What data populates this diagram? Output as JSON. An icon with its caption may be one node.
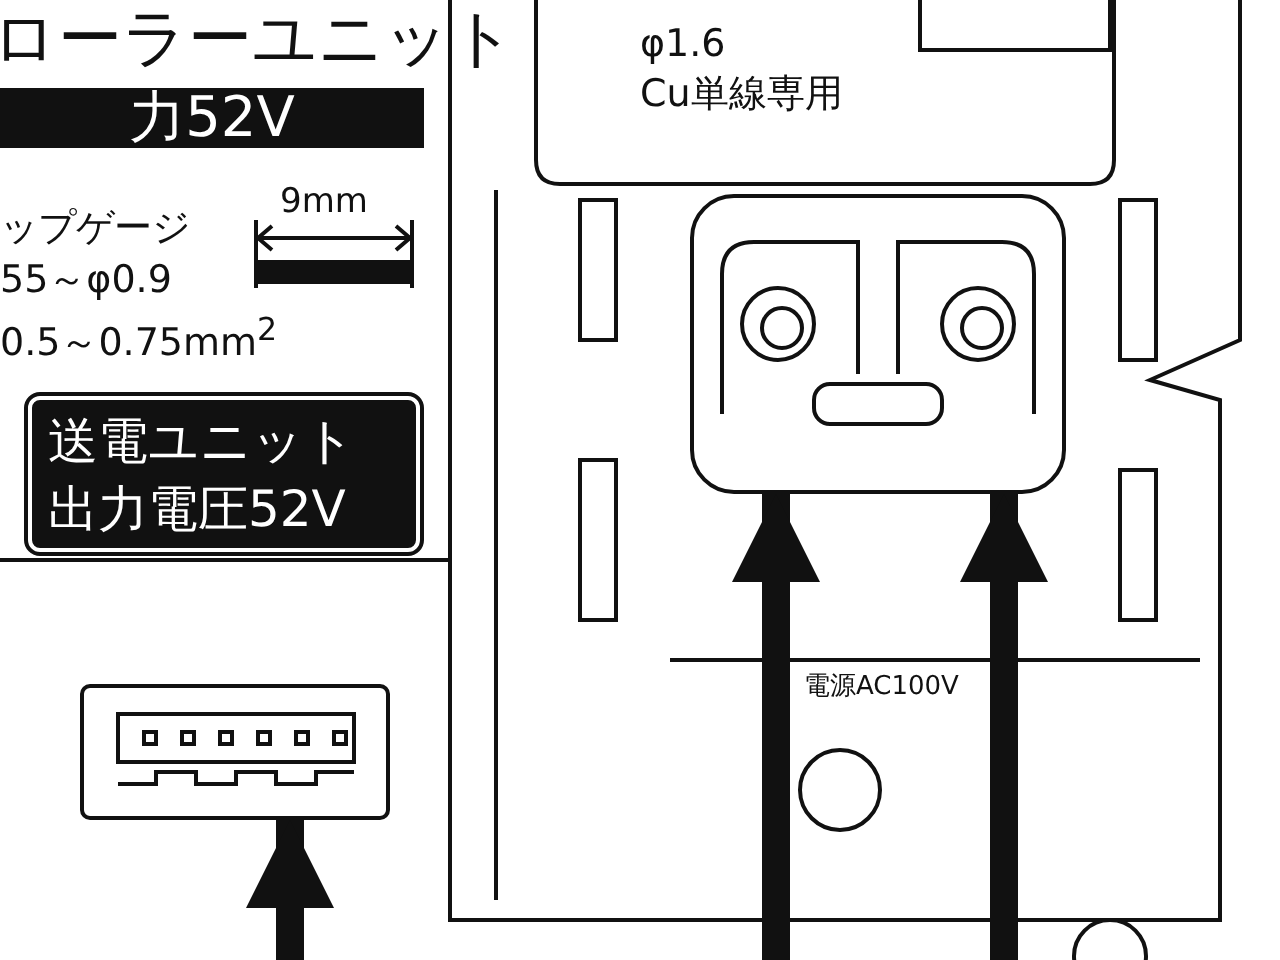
{
  "diagram": {
    "nodes": [
      {
        "text": [
          "力52V"
        ]
      },
      {
        "text": [
          "送電ユニット出力電圧52V"
        ]
      },
      {
        "text": [],
        "shape": "box"
      },
      {
        "text": [],
        "shape": "box"
      }
    ],
    "edges": [
      {
        "from": null,
        "to": 2,
        "arrow": "to"
      },
      {
        "from": null,
        "to": 3,
        "arrow": "to"
      },
      {
        "from": null,
        "to": 3,
        "arrow": "to"
      }
    ],
    "labels": [
      "ローラーユニット",
      "ップゲージ",
      "55～φ0.9",
      "0.5～0.75mm$^{2}$",
      "9mm",
      "φ1.6",
      "Cu単線専用",
      "電源AC100V"
    ]
  }
}
